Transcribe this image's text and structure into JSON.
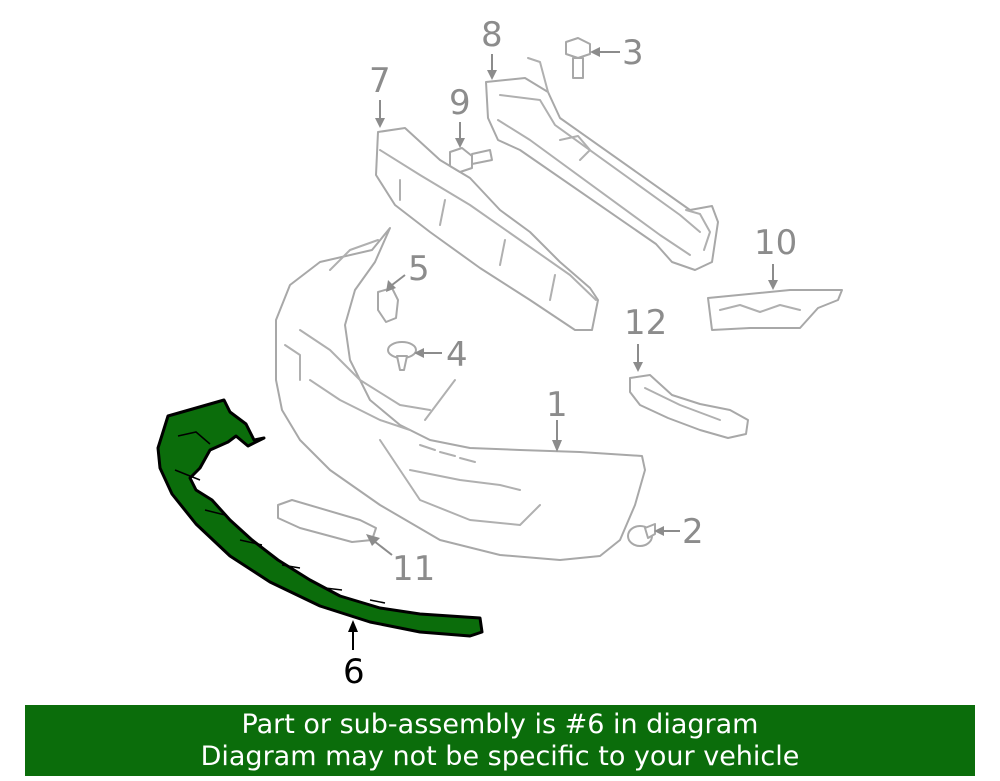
{
  "callouts": {
    "c1": "1",
    "c2": "2",
    "c3": "3",
    "c4": "4",
    "c5": "5",
    "c6": "6",
    "c7": "7",
    "c8": "8",
    "c9": "9",
    "c10": "10",
    "c11": "11",
    "c12": "12"
  },
  "highlight_color": "#0b6d0b",
  "banner": {
    "line1": "Part or sub-assembly is #6 in diagram",
    "line2": "Diagram may not be specific to your vehicle"
  }
}
